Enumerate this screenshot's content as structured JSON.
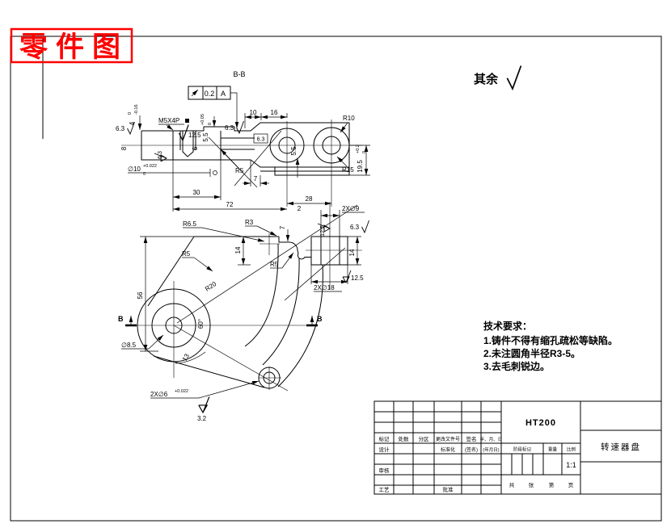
{
  "colors": {
    "stamp_red": "#ff0000",
    "line_black": "#000000"
  },
  "stamp": "零件图",
  "finish_note": "其余",
  "section_label": "B-B",
  "tolerance_frame": {
    "value": "0.2",
    "datum": "A"
  },
  "top_view": {
    "w10": "10",
    "w16": "16",
    "r10": "R10",
    "r15": "R15",
    "h195": "19.5",
    "h195_sup": "+0.2",
    "h195_sub": "0",
    "web55": "5.5",
    "c28": "28",
    "c30": "30",
    "c72": "72",
    "t7": "7",
    "r5": "R5",
    "b6": "6",
    "pad55": "5.5",
    "pad55_sup": "+0.05",
    "pad55_sub": "0",
    "f63a": "6.3",
    "f63b": "6.3",
    "f63box": "6.3",
    "step4": "4",
    "step4_sup": "0",
    "step4_sub": "-0.16",
    "h8": "8",
    "thread": "M5X4P",
    "f125": "12.5",
    "bore": "∅10",
    "bore_sup": "+0.022",
    "bore_sub": "0"
  },
  "front_view": {
    "h56": "56",
    "r65": "R6.5",
    "r3": "R3",
    "r5a": "R5",
    "r5b": "R5",
    "v14": "14",
    "n7": "7",
    "n2": "2",
    "holes9": "2X∅9",
    "f125a": "12.5",
    "f63": "6.3",
    "h14": "14",
    "f125b": "12.5",
    "holes18": "2X∅18",
    "r20": "R20",
    "ang60": "60°",
    "len13": "13",
    "d85": "∅8.5",
    "holes6": "2X∅6",
    "holes6_sup": "+0.022",
    "f32": "3.2",
    "b_left": "B",
    "b_right": "B"
  },
  "tech_requirements": {
    "title": "技术要求：",
    "items": [
      "1.铸件不得有缩孔疏松等缺陷。",
      "2.未注圆角半径R3-5。",
      "3.去毛刺锐边。"
    ]
  },
  "title_block": {
    "material": "HT200",
    "part_name": "转速器盘",
    "scale": "1:1",
    "headers": [
      "标记",
      "处数",
      "分区",
      "更改文件号",
      "签名",
      "年、月、日"
    ],
    "design": "设计",
    "standardization": "标准化",
    "sign_ph": "(签名)",
    "date_ph": "(年月日)",
    "check": "审核",
    "process": "工艺",
    "approve": "批准",
    "stage_label": "阶段标记",
    "weight_label": "重量",
    "scale_label": "比例",
    "footer": [
      "共",
      "张",
      "第",
      "页"
    ]
  }
}
